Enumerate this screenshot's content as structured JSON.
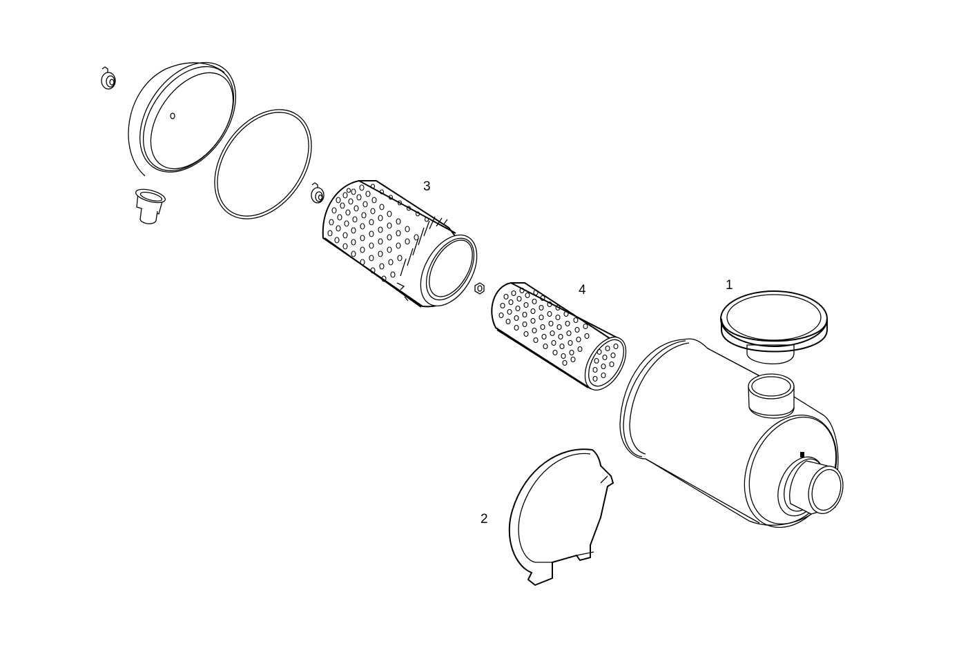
{
  "diagram": {
    "type": "exploded-parts-view",
    "subject": "air filter assembly",
    "background_color": "#ffffff",
    "line_color": "#000000"
  },
  "callouts": [
    {
      "id": "1",
      "label": "1",
      "part": "rain-cap"
    },
    {
      "id": "2",
      "label": "2",
      "part": "mounting-bracket"
    },
    {
      "id": "3",
      "label": "3",
      "part": "primary-filter-element"
    },
    {
      "id": "4",
      "label": "4",
      "part": "safety-filter-element"
    }
  ],
  "parts": [
    {
      "name": "wing-nut-outer"
    },
    {
      "name": "end-cover"
    },
    {
      "name": "dust-valve"
    },
    {
      "name": "gasket-ring"
    },
    {
      "name": "wing-nut-inner"
    },
    {
      "name": "primary-filter-element"
    },
    {
      "name": "hex-nut"
    },
    {
      "name": "safety-filter-element"
    },
    {
      "name": "rain-cap"
    },
    {
      "name": "filter-housing"
    },
    {
      "name": "mounting-bracket"
    }
  ]
}
